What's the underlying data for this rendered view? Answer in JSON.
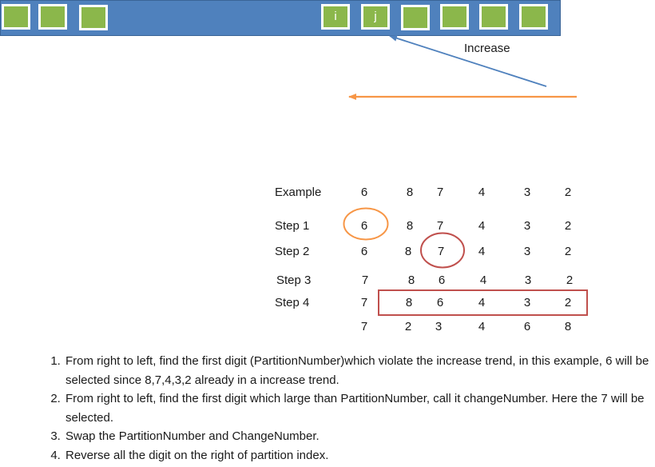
{
  "arrow_label": "Increase",
  "colors": {
    "bar": "#4f81bd",
    "box": "#8bb74b",
    "increase_arrow": "#4f81bd",
    "scan_arrow": "#f79646",
    "step1_circle": "#f79646",
    "step2_circle": "#c0504d",
    "reverse_rect": "#c0504d"
  },
  "boxes": [
    {
      "label": ""
    },
    {
      "label": ""
    },
    {
      "label": ""
    },
    {
      "label": "i"
    },
    {
      "label": "j"
    },
    {
      "label": ""
    },
    {
      "label": ""
    },
    {
      "label": ""
    },
    {
      "label": ""
    }
  ],
  "table": {
    "rows": [
      {
        "label": "Example",
        "values": [
          "6",
          "8",
          "7",
          "4",
          "3",
          "2"
        ]
      },
      {
        "label": "Step 1",
        "values": [
          "6",
          "8",
          "7",
          "4",
          "3",
          "2"
        ]
      },
      {
        "label": "Step 2",
        "values": [
          "6",
          "8",
          "7",
          "4",
          "3",
          "2"
        ]
      },
      {
        "label": "Step 3",
        "values": [
          "7",
          "8",
          "6",
          "4",
          "3",
          "2"
        ]
      },
      {
        "label": "Step 4",
        "values": [
          "7",
          "8",
          "6",
          "4",
          "3",
          "2"
        ]
      },
      {
        "label": "",
        "values": [
          "7",
          "2",
          "3",
          "4",
          "6",
          "8"
        ]
      }
    ]
  },
  "steps": [
    "From right to left, find the first digit (PartitionNumber)which violate the increase trend, in this example, 6 will be selected since 8,7,4,3,2 already in a increase trend.",
    "From right to left, find the first digit which large than PartitionNumber, call it changeNumber. Here the 7 will be selected.",
    "Swap the PartitionNumber and ChangeNumber.",
    "Reverse all the digit on the right of partition index."
  ]
}
